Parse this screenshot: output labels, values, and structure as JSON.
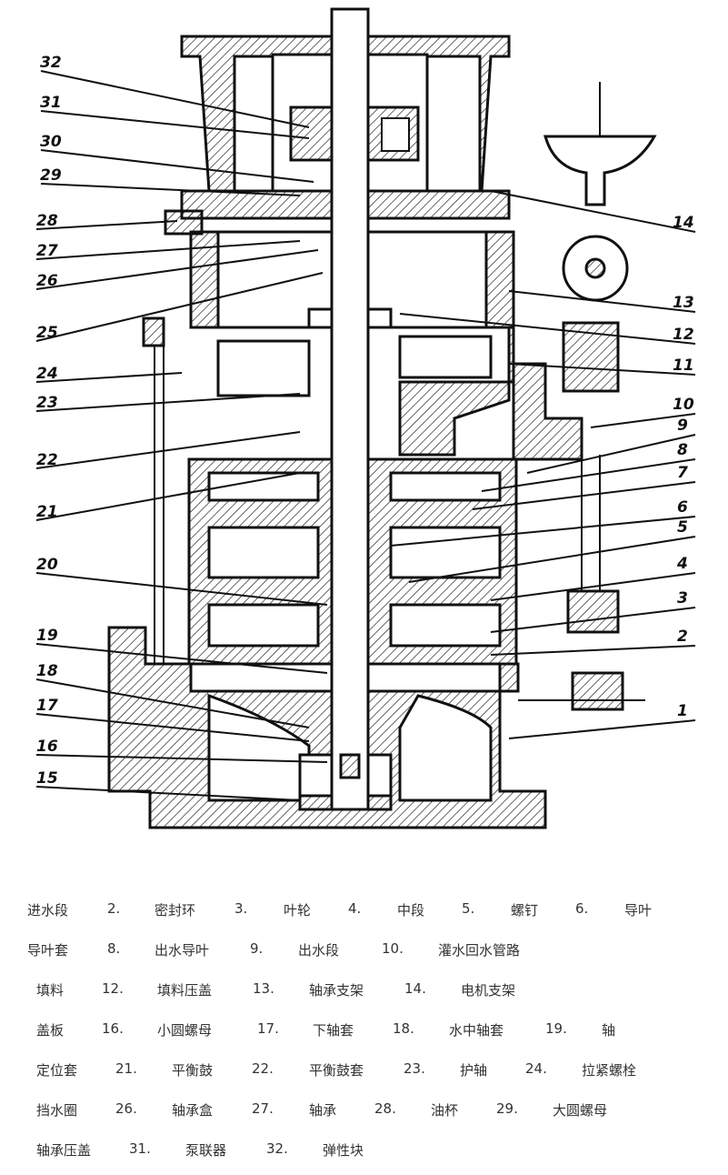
{
  "diagram": {
    "callouts": [
      "1",
      "2",
      "3",
      "4",
      "5",
      "6",
      "7",
      "8",
      "9",
      "10",
      "11",
      "12",
      "13",
      "14",
      "15",
      "16",
      "17",
      "18",
      "19",
      "20",
      "21",
      "22",
      "23",
      "24",
      "25",
      "26",
      "27",
      "28",
      "29",
      "30",
      "31",
      "32"
    ]
  },
  "legend": {
    "rows": [
      [
        "进水段",
        "2.",
        "密封环",
        "3.",
        "叶轮",
        "4.",
        "中段",
        "5.",
        "螺钉",
        "6.",
        "导叶"
      ],
      [
        "导叶套",
        "8.",
        "出水导叶",
        "9.",
        "出水段",
        "10.",
        "灌水回水管路"
      ],
      [
        "填料",
        "12.",
        "填料压盖",
        "13.",
        "轴承支架",
        "14.",
        "电机支架"
      ],
      [
        "盖板",
        "16.",
        "小圆螺母",
        "17.",
        "下轴套",
        "18.",
        "水中轴套",
        "19.",
        "轴"
      ],
      [
        "定位套",
        "21.",
        "平衡鼓",
        "22.",
        "平衡鼓套",
        "23.",
        "护轴",
        "24.",
        "拉紧螺栓"
      ],
      [
        "挡水圈",
        "26.",
        "轴承盒",
        "27.",
        "轴承",
        "28.",
        "油杯",
        "29.",
        "大圆螺母"
      ],
      [
        "轴承压盖",
        "31.",
        "泵联器",
        "32.",
        "弹性块"
      ]
    ]
  }
}
